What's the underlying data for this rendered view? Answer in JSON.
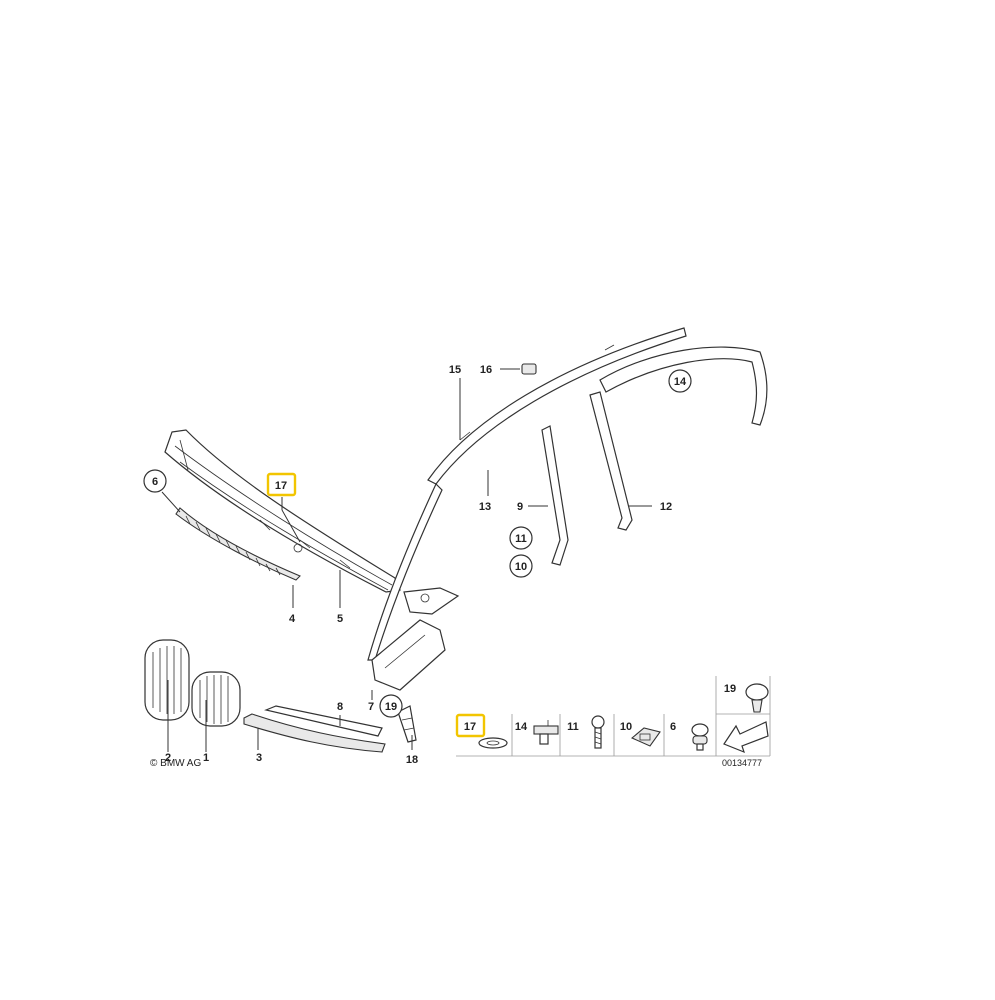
{
  "colors": {
    "highlight": "#f2c500",
    "line": "#333333"
  },
  "callouts": {
    "n1": "1",
    "n2": "2",
    "n3": "3",
    "n4": "4",
    "n5": "5",
    "n6": "6",
    "n7": "7",
    "n8": "8",
    "n9": "9",
    "n10": "10",
    "n11": "11",
    "n12": "12",
    "n13": "13",
    "n14": "14",
    "n15": "15",
    "n16": "16",
    "n17": "17",
    "n18": "18",
    "n19": "19"
  },
  "legend": {
    "items": [
      "17",
      "14",
      "11",
      "10",
      "6",
      "19"
    ]
  },
  "copyright": "© BMW AG",
  "drawing_number": "00134777"
}
